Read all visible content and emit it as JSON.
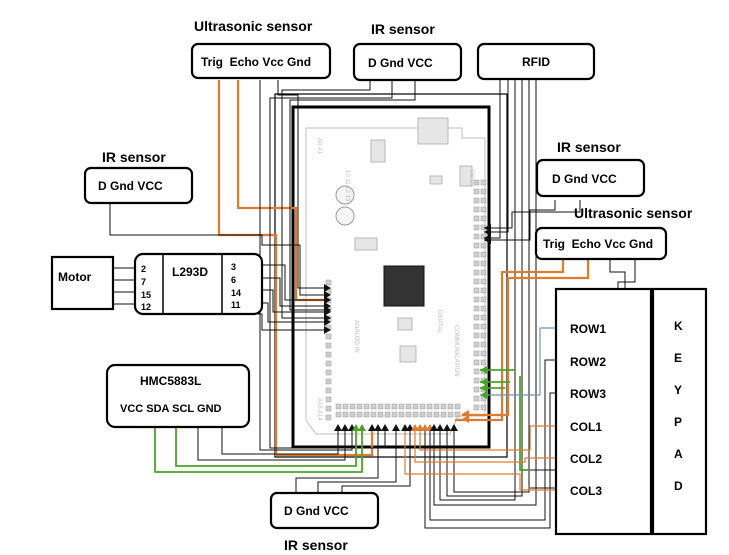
{
  "ultrasonic_top": {
    "title": "Ultrasonic sensor",
    "pins": "Trig  Echo Vcc Gnd"
  },
  "ir_top": {
    "title": "IR sensor",
    "pins": "D Gnd VCC"
  },
  "rfid": {
    "label": "RFID"
  },
  "ir_left": {
    "title": "IR sensor",
    "pins": "D Gnd VCC"
  },
  "ir_right": {
    "title": "IR sensor",
    "pins": "D Gnd VCC"
  },
  "ultrasonic_right": {
    "title": "Ultrasonic sensor",
    "pins": "Trig  Echo Vcc Gnd"
  },
  "motor": {
    "label": "Motor"
  },
  "l293d": {
    "label": "L293D",
    "left_pins": [
      "2",
      "7",
      "15",
      "12"
    ],
    "right_pins": [
      "3",
      "6",
      "14",
      "11"
    ]
  },
  "hmc": {
    "title": "HMC5883L",
    "pins": "VCC SDA SCL GND"
  },
  "ir_bottom": {
    "title": "IR sensor",
    "pins": "D Gnd VCC"
  },
  "keypad": {
    "rows": [
      "ROW1",
      "ROW2",
      "ROW3",
      "COL1",
      "COL2",
      "COL3"
    ],
    "letters": [
      "K",
      "E",
      "Y",
      "P",
      "A",
      "D"
    ]
  },
  "colors": {
    "orange_wire": "#e07a2e",
    "green_wire": "#4aa329",
    "blue_wire": "#6f95b5",
    "black_wire": "#111111"
  }
}
